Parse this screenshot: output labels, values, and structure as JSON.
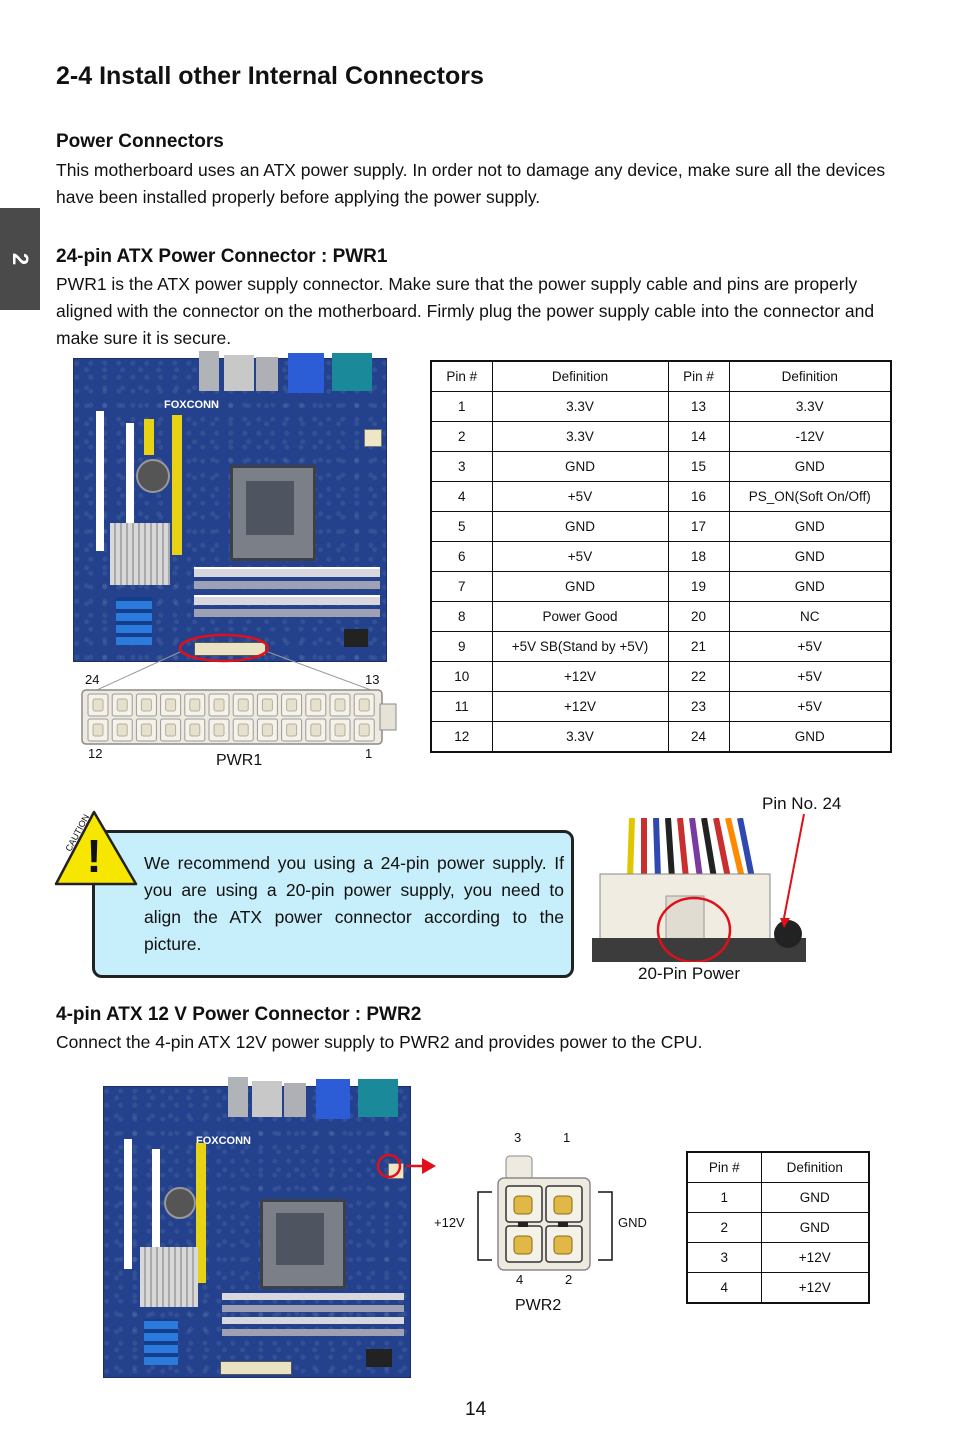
{
  "chapter_tab": "2",
  "title": "2-4 Install other Internal Connectors",
  "power": {
    "heading": "Power Connectors",
    "text": "This motherboard uses an ATX power supply. In order not to damage any device, make sure all the devices have been installed properly before applying the power supply."
  },
  "pwr1": {
    "heading": "24-pin ATX Power Connector : PWR1",
    "text": "PWR1 is the ATX power supply connector. Make sure that the power supply cable and pins are properly aligned with the connector on the motherboard. Firmly plug the power supply cable into the connector and make sure it is secure.",
    "label": "PWR1",
    "pin_24": "24",
    "pin_13": "13",
    "pin_12": "12",
    "pin_1": "1",
    "board_logo": "FOXCONN",
    "table": {
      "headers": [
        "Pin #",
        "Definition",
        "Pin #",
        "Definition"
      ],
      "rows": [
        [
          "1",
          "3.3V",
          "13",
          "3.3V"
        ],
        [
          "2",
          "3.3V",
          "14",
          "-12V"
        ],
        [
          "3",
          "GND",
          "15",
          "GND"
        ],
        [
          "4",
          "+5V",
          "16",
          "PS_ON(Soft On/Off)"
        ],
        [
          "5",
          "GND",
          "17",
          "GND"
        ],
        [
          "6",
          "+5V",
          "18",
          "GND"
        ],
        [
          "7",
          "GND",
          "19",
          "GND"
        ],
        [
          "8",
          "Power Good",
          "20",
          "NC"
        ],
        [
          "9",
          "+5V SB(Stand by +5V)",
          "21",
          "+5V"
        ],
        [
          "10",
          "+12V",
          "22",
          "+5V"
        ],
        [
          "11",
          "+12V",
          "23",
          "+5V"
        ],
        [
          "12",
          "3.3V",
          "24",
          "GND"
        ]
      ]
    }
  },
  "caution": {
    "word": "CAUTION",
    "mark": "!",
    "text": "We recommend you using a 24-pin power supply. If you are using a 20-pin power supply, you need to align the ATX power connector according to the picture.",
    "pin_no_label": "Pin No. 24",
    "photo_label": "20-Pin Power"
  },
  "pwr2": {
    "heading": "4-pin ATX 12 V Power Connector : PWR2",
    "text": "Connect the 4-pin ATX 12V power supply to PWR2 and provides power to the CPU.",
    "label": "PWR2",
    "pin3": "3",
    "pin1": "1",
    "pin4": "4",
    "pin2": "2",
    "left_label": "+12V",
    "right_label": "GND",
    "table": {
      "headers": [
        "Pin #",
        "Definition"
      ],
      "rows": [
        [
          "1",
          "GND"
        ],
        [
          "2",
          "GND"
        ],
        [
          "3",
          "+12V"
        ],
        [
          "4",
          "+12V"
        ]
      ]
    }
  },
  "page_number": "14",
  "colors": {
    "board": "#23418c",
    "caution_bg": "#c7eefb",
    "caution_triangle": "#f7e600",
    "highlight_red": "#e0101a",
    "connector_ivory": "#eeeae0"
  }
}
